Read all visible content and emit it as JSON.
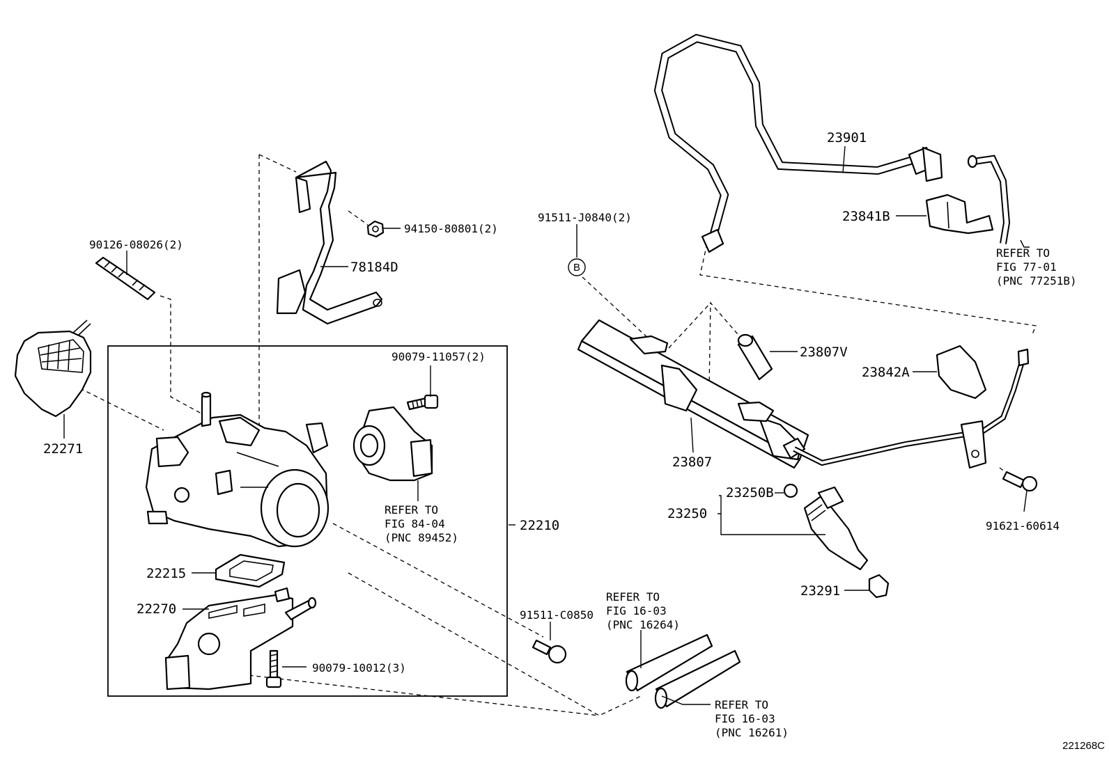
{
  "figure_code": "221268C",
  "callout_b": "B",
  "labels": {
    "p90126": "90126-08026(2)",
    "p94150": "94150-80801(2)",
    "p78184": "78184D",
    "p22271": "22271",
    "p90079a": "90079-11057(2)",
    "ref_8404_1": "REFER TO",
    "ref_8404_2": "FIG 84-04",
    "ref_8404_3": "(PNC 89452)",
    "p22210": "22210",
    "p22215": "22215",
    "p22270": "22270",
    "p90079b": "90079-10012(3)",
    "p91511c": "91511-C0850",
    "ref_1603a_1": "REFER TO",
    "ref_1603a_2": "FIG 16-03",
    "ref_1603a_3": "(PNC 16264)",
    "ref_1603b_1": "REFER TO",
    "ref_1603b_2": "FIG 16-03",
    "ref_1603b_3": "(PNC 16261)",
    "p91511j": "91511-J0840(2)",
    "p23901": "23901",
    "p23841": "23841B",
    "ref_7701_1": "REFER TO",
    "ref_7701_2": "FIG 77-01",
    "ref_7701_3": "(PNC 77251B)",
    "p23807v": "23807V",
    "p23842": "23842A",
    "p23807": "23807",
    "p23250b": "23250B",
    "p23250": "23250",
    "p91621": "91621-60614",
    "p23291": "23291"
  }
}
